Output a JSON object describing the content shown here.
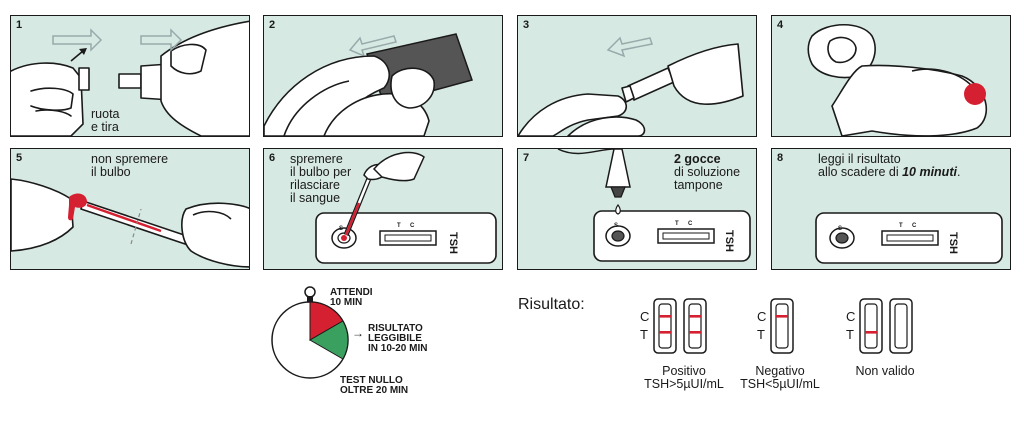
{
  "panels": [
    {
      "num": "1",
      "text": [
        "ruota",
        "e tira"
      ]
    },
    {
      "num": "2",
      "text": []
    },
    {
      "num": "3",
      "text": []
    },
    {
      "num": "4",
      "text": []
    },
    {
      "num": "5",
      "text": [
        "non spremere",
        "il bulbo"
      ]
    },
    {
      "num": "6",
      "text": [
        "spremere",
        "il bulbo per",
        "rilasciare",
        "il sangue"
      ],
      "cassette": {
        "s": "S",
        "t": "T",
        "c": "C",
        "label": "TSH"
      }
    },
    {
      "num": "7",
      "text_bold": "2 gocce",
      "text": [
        "di soluzione",
        "tampone"
      ],
      "cassette": {
        "s": "S",
        "t": "T",
        "c": "C",
        "label": "TSH"
      }
    },
    {
      "num": "8",
      "text": [
        "leggi il risultato"
      ],
      "text_pre": "allo scadere di ",
      "text_emph": "10 minuti",
      "text_post": ".",
      "cassette": {
        "s": "S",
        "t": "T",
        "c": "C",
        "label": "TSH"
      }
    }
  ],
  "timer": {
    "wait": [
      "ATTENDI",
      "10 MIN"
    ],
    "readable": [
      "RISULTATO",
      "LEGGIBILE",
      "IN 10-20 MIN"
    ],
    "invalid": [
      "TEST NULLO",
      "OLTRE 20 MIN"
    ],
    "arrow": "→",
    "colors": {
      "wait": "#d42030",
      "readable": "#3aa05f"
    }
  },
  "results": {
    "label": "Risultato:",
    "c_letter": "C",
    "t_letter": "T",
    "items": [
      {
        "caption": [
          "Positivo",
          "TSH>5µUI/mL"
        ]
      },
      {
        "caption": [
          "Negativo",
          "TSH<5µUI/mL"
        ]
      },
      {
        "caption": [
          "Non valido"
        ]
      }
    ],
    "line_color": "#d42030"
  },
  "colors": {
    "panel_bg": "#d7e9e3",
    "blood": "#d42030"
  }
}
